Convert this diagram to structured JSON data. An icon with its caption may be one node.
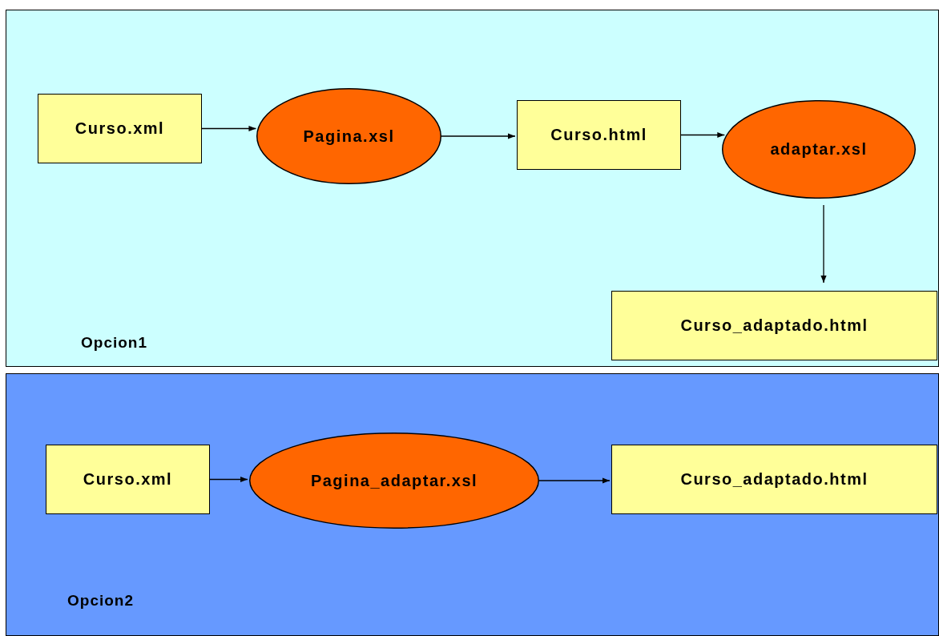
{
  "diagram": {
    "nodes": [
      {
        "text": [
          "Opcion1"
        ]
      },
      {
        "text": [
          "Curso.xml"
        ],
        "in": 0
      },
      {
        "text": [
          "Pagina.xsl"
        ],
        "in": 0
      },
      {
        "text": [
          "Curso.html"
        ],
        "in": 0
      },
      {
        "text": [
          "adaptar.xsl"
        ],
        "in": 0
      },
      {
        "text": [
          "Curso_adaptado.html"
        ],
        "in": 0
      },
      {
        "text": [
          "Opcion2"
        ]
      },
      {
        "text": [
          "Curso.xml"
        ],
        "in": 6
      },
      {
        "text": [
          "Pagina_adaptar.xsl"
        ],
        "in": 6
      },
      {
        "text": [
          "Curso_adaptado.html"
        ],
        "in": 6
      }
    ],
    "edges": [
      {
        "from": 1,
        "to": 2,
        "arrow": "to"
      },
      {
        "from": 2,
        "to": 3,
        "arrow": "to"
      },
      {
        "from": 3,
        "to": 4,
        "arrow": "to"
      },
      {
        "from": 4,
        "to": 5,
        "arrow": "to"
      },
      {
        "from": 7,
        "to": 8,
        "arrow": "to"
      },
      {
        "from": 8,
        "to": 9,
        "arrow": "to"
      }
    ]
  }
}
